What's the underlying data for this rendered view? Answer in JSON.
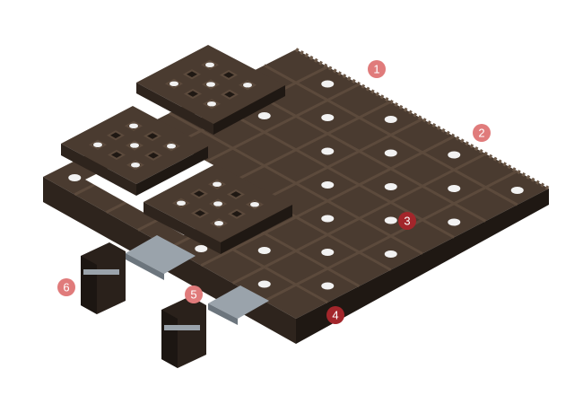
{
  "callouts": [
    {
      "label": "1",
      "color": "#e07b7b"
    },
    {
      "label": "2",
      "color": "#e07b7b"
    },
    {
      "label": "3",
      "color": "#a3262b"
    },
    {
      "label": "4",
      "color": "#a3262b"
    },
    {
      "label": "5",
      "color": "#e07b7b"
    },
    {
      "label": "6",
      "color": "#e07b7b"
    }
  ],
  "colors": {
    "tile_top": "#4a3b30",
    "tile_side": "#2e241d",
    "tile_dark": "#1f1813",
    "rib": "#5c4a3c",
    "hole": "#f2f2f2",
    "rail": "#9aa3ab"
  }
}
